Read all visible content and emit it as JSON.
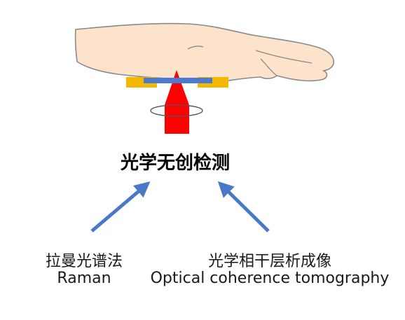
{
  "title": "光学无创检测",
  "left_method": {
    "zh": "拉曼光谱法",
    "en": "Raman"
  },
  "right_method": {
    "zh": "光学相干层析成像",
    "en": "Optical coherence tomography"
  },
  "colors": {
    "skin_fill": "#fde3cc",
    "skin_outline": "#8a8a8a",
    "mount_yellow": "#f5b800",
    "bar_blue": "#4a7bd0",
    "beam_red": "#ff0000",
    "arrow_blue": "#4a78c8",
    "rotation_ring": "#555555"
  }
}
